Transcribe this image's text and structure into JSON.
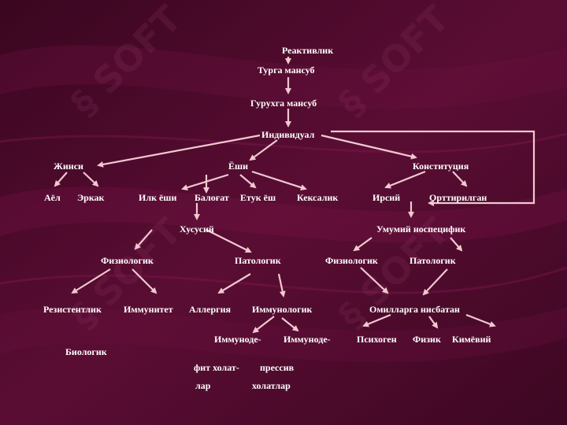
{
  "slide": {
    "background_color": "#4a0a2a",
    "watermark_text": "SOFT",
    "line_color": "#f0c8d0"
  },
  "nodes": {
    "reaktivlik": "Реактивлик",
    "turga": "Турга мансуб",
    "guruhga": "Гурухга мансуб",
    "individual": "Индивидуал",
    "jinsi": "Жинси",
    "yoshi": "Ёши",
    "konstitutsiya": "Конституция",
    "ayol": "Аёл",
    "erkak": "Эркак",
    "ilk_yoshi": "Илк ёши",
    "balogat": "Балоғат",
    "etuk_yosh": "Етук ёш",
    "keksalik": "Кексалик",
    "irsiy": "Ирсий",
    "orttirilgan": "Орттирилган",
    "xususiy": "Хусусий",
    "umumiy": "Умумий носпецифик",
    "fiziologik_1": "Физиологик",
    "patologik_1": "Патологик",
    "fiziologik_2": "Физиологик",
    "patologik_2": "Патологик",
    "rezistentlik": "Резистентлик",
    "immunitet": "Иммунитет",
    "allergiya": "Аллергия",
    "immunologik": "Иммунологик",
    "omillarga": "Омилларга нисбатан",
    "biologik": "Биологик",
    "immunode_1": "Иммуноде-",
    "immunode_2": "Иммуноде-",
    "psixogen": "Психоген",
    "fizik": "Физик",
    "kimyoviy": "Кимёвий",
    "fit_holat": "фит холат-",
    "pressiv": "прессив",
    "lar": "лар",
    "holatlar": "холатлар"
  }
}
